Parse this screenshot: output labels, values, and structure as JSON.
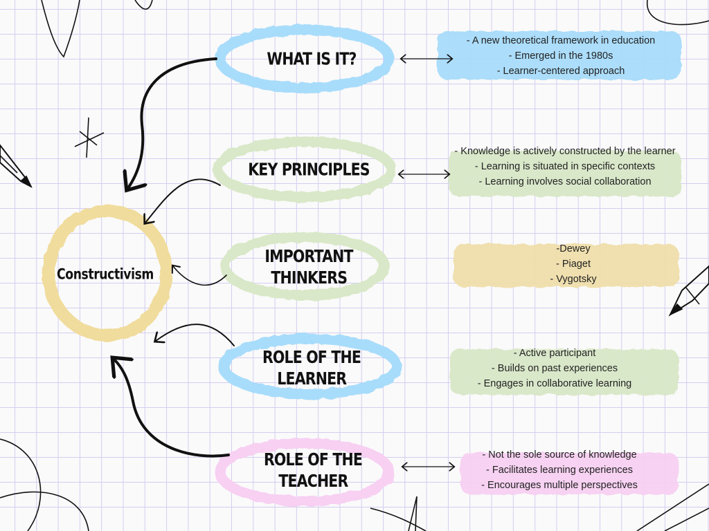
{
  "center": {
    "label": "Constructivism",
    "color": "#f0dc9c"
  },
  "branches": [
    {
      "title_lines": [
        "WHAT IS IT?"
      ],
      "color": "#a8dcfb",
      "items": [
        "- A new theoretical framework in education",
        "- Emerged in the 1980s",
        "- Learner-centered approach"
      ]
    },
    {
      "title_lines": [
        "KEY PRINCIPLES"
      ],
      "color": "#d9e8c8",
      "items": [
        "- Knowledge is actively constructed by the learner",
        "- Learning is situated in specific contexts",
        "- Learning involves social collaboration"
      ]
    },
    {
      "title_lines": [
        "IMPORTANT",
        "THINKERS"
      ],
      "color": "#d9e8c8",
      "items": [
        "-Dewey",
        "- Piaget",
        "- Vygotsky"
      ],
      "box_color": "#f0dfac"
    },
    {
      "title_lines": [
        "ROLE OF THE",
        "LEARNER"
      ],
      "color": "#a8dcfb",
      "items": [
        "- Active participant",
        "- Builds on past experiences",
        "- Engages in collaborative learning"
      ],
      "box_color": "#d9e8c8"
    },
    {
      "title_lines": [
        "ROLE OF THE",
        "TEACHER"
      ],
      "color": "#f7d0f2",
      "items": [
        "- Not the sole source of knowledge",
        "- Facilitates learning experiences",
        "- Encourages multiple perspectives"
      ]
    }
  ]
}
